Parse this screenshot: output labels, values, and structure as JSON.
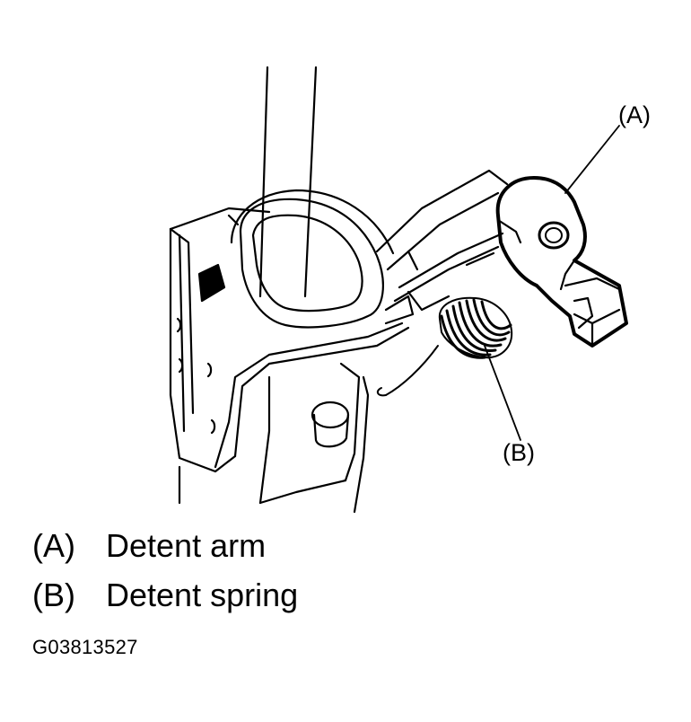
{
  "callouts": {
    "a": "(A)",
    "b": "(B)"
  },
  "legend": [
    {
      "key": "(A)",
      "text": "Detent arm"
    },
    {
      "key": "(B)",
      "text": "Detent spring"
    }
  ],
  "figure_id": "G03813527",
  "colors": {
    "ink": "#000000",
    "paper": "#ffffff"
  }
}
